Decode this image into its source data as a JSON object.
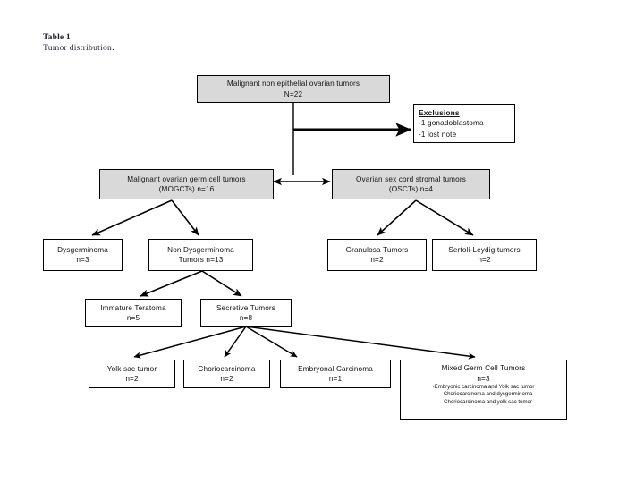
{
  "caption": {
    "title": "Table 1",
    "subtitle": "Tumor distribution."
  },
  "colors": {
    "shaded_fill": "#d9d9d9",
    "plain_fill": "#ffffff",
    "stroke": "#000000",
    "text": "#111111"
  },
  "chart_data": {
    "type": "diagram",
    "title": "Tumor distribution.",
    "nodes": [
      {
        "id": "root",
        "lines": [
          "Malignant non epithelial ovarian tumors",
          "N=22"
        ],
        "shaded": true
      },
      {
        "id": "exclusions",
        "heading": "Exclusions",
        "lines": [
          "-1 gonadoblastoma",
          "-1 lost note"
        ],
        "shaded": false
      },
      {
        "id": "mogct",
        "lines": [
          "Malignant ovarian germ cell tumors",
          "(MOGCTs) n=16"
        ],
        "shaded": true
      },
      {
        "id": "osct",
        "lines": [
          "Ovarian sex cord stromal tumors",
          "(OSCTs) n=4"
        ],
        "shaded": true
      },
      {
        "id": "dysgerminoma",
        "lines": [
          "Dysgerminoma",
          "n=3"
        ],
        "shaded": false
      },
      {
        "id": "non-dysgerminoma",
        "lines": [
          "Non Dysgerminoma",
          "Tumors n=13"
        ],
        "shaded": false
      },
      {
        "id": "granulosa",
        "lines": [
          "Granulosa Tumors",
          "n=2"
        ],
        "shaded": false
      },
      {
        "id": "sertoli-leydig",
        "lines": [
          "Sertoli-Leydig tumors",
          "n=2"
        ],
        "shaded": false
      },
      {
        "id": "immature-teratoma",
        "lines": [
          "Immature Teratoma",
          "n=5"
        ],
        "shaded": false
      },
      {
        "id": "secretive",
        "lines": [
          "Secretive Tumors",
          "n=8"
        ],
        "shaded": false
      },
      {
        "id": "yolk-sac",
        "lines": [
          "Yolk sac tumor",
          "n=2"
        ],
        "shaded": false
      },
      {
        "id": "choriocarcinoma",
        "lines": [
          "Choriocarcinoma",
          "n=2"
        ],
        "shaded": false
      },
      {
        "id": "embryonal",
        "lines": [
          "Embryonal Carcinoma",
          "n=1"
        ],
        "shaded": false
      },
      {
        "id": "mixed",
        "lines": [
          "Mixed Germ Cell Tumors",
          "n=3"
        ],
        "sublines": [
          "-Embryonic carcinoma and Yolk sac tumor",
          "-Choriocarcinoma and dysgerminoma",
          "-Choriocarcinoma and yolk sac tumor"
        ],
        "shaded": false
      }
    ],
    "edges": [
      {
        "from": "root",
        "to": "exclusions"
      },
      {
        "from": "root",
        "to": "mogct"
      },
      {
        "from": "root",
        "to": "osct"
      },
      {
        "from": "mogct",
        "to": "dysgerminoma"
      },
      {
        "from": "mogct",
        "to": "non-dysgerminoma"
      },
      {
        "from": "osct",
        "to": "granulosa"
      },
      {
        "from": "osct",
        "to": "sertoli-leydig"
      },
      {
        "from": "non-dysgerminoma",
        "to": "immature-teratoma"
      },
      {
        "from": "non-dysgerminoma",
        "to": "secretive"
      },
      {
        "from": "secretive",
        "to": "yolk-sac"
      },
      {
        "from": "secretive",
        "to": "choriocarcinoma"
      },
      {
        "from": "secretive",
        "to": "embryonal"
      },
      {
        "from": "secretive",
        "to": "mixed"
      }
    ]
  },
  "nodes": {
    "root": {
      "line1": "Malignant non epithelial ovarian tumors",
      "line2": "N=22"
    },
    "exclusions": {
      "heading": "Exclusions",
      "line1": "-1 gonadoblastoma",
      "line2": "-1 lost note"
    },
    "mogct": {
      "line1": "Malignant ovarian germ cell tumors",
      "line2": "(MOGCTs) n=16"
    },
    "osct": {
      "line1": "Ovarian sex cord stromal tumors",
      "line2": "(OSCTs) n=4"
    },
    "dysgerminoma": {
      "line1": "Dysgerminoma",
      "line2": "n=3"
    },
    "non_dysgerminoma": {
      "line1": "Non Dysgerminoma",
      "line2": "Tumors n=13"
    },
    "granulosa": {
      "line1": "Granulosa Tumors",
      "line2": "n=2"
    },
    "sertoli_leydig": {
      "line1": "Sertoli-Leydig tumors",
      "line2": "n=2"
    },
    "immature_teratoma": {
      "line1": "Immature Teratoma",
      "line2": "n=5"
    },
    "secretive": {
      "line1": "Secretive Tumors",
      "line2": "n=8"
    },
    "yolk_sac": {
      "line1": "Yolk sac tumor",
      "line2": "n=2"
    },
    "choriocarcinoma": {
      "line1": "Choriocarcinoma",
      "line2": "n=2"
    },
    "embryonal": {
      "line1": "Embryonal Carcinoma",
      "line2": "n=1"
    },
    "mixed": {
      "line1": "Mixed Germ Cell Tumors",
      "line2": "n=3",
      "sub1": "-Embryonic carcinoma and Yolk sac tumor",
      "sub2": "-Choriocarcinoma and dysgerminoma",
      "sub3": "-Choriocarcinoma and yolk sac tumor"
    }
  }
}
